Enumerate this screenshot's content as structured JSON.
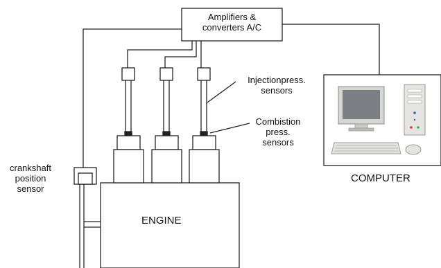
{
  "labels": {
    "amplifiers": "Amplifiers &\nconverters A/C",
    "injection_sensors": "Injectionpress.\nsensors",
    "combustion_sensors": "Combistion\npress.\nsensors",
    "crankshaft_sensor": "crankshaft\nposition\nsensor",
    "engine": "ENGINE",
    "computer": "COMPUTER"
  },
  "colors": {
    "line": "#222222",
    "box_fill": "#ffffff",
    "monitor_screen": "#7c7f84",
    "computer_beige": "#e4e4e0",
    "computer_shadow": "#b9b9b3"
  },
  "icons": [
    "desktop-computer-icon",
    "monitor-icon",
    "keyboard-icon",
    "mouse-icon",
    "tower-icon"
  ]
}
